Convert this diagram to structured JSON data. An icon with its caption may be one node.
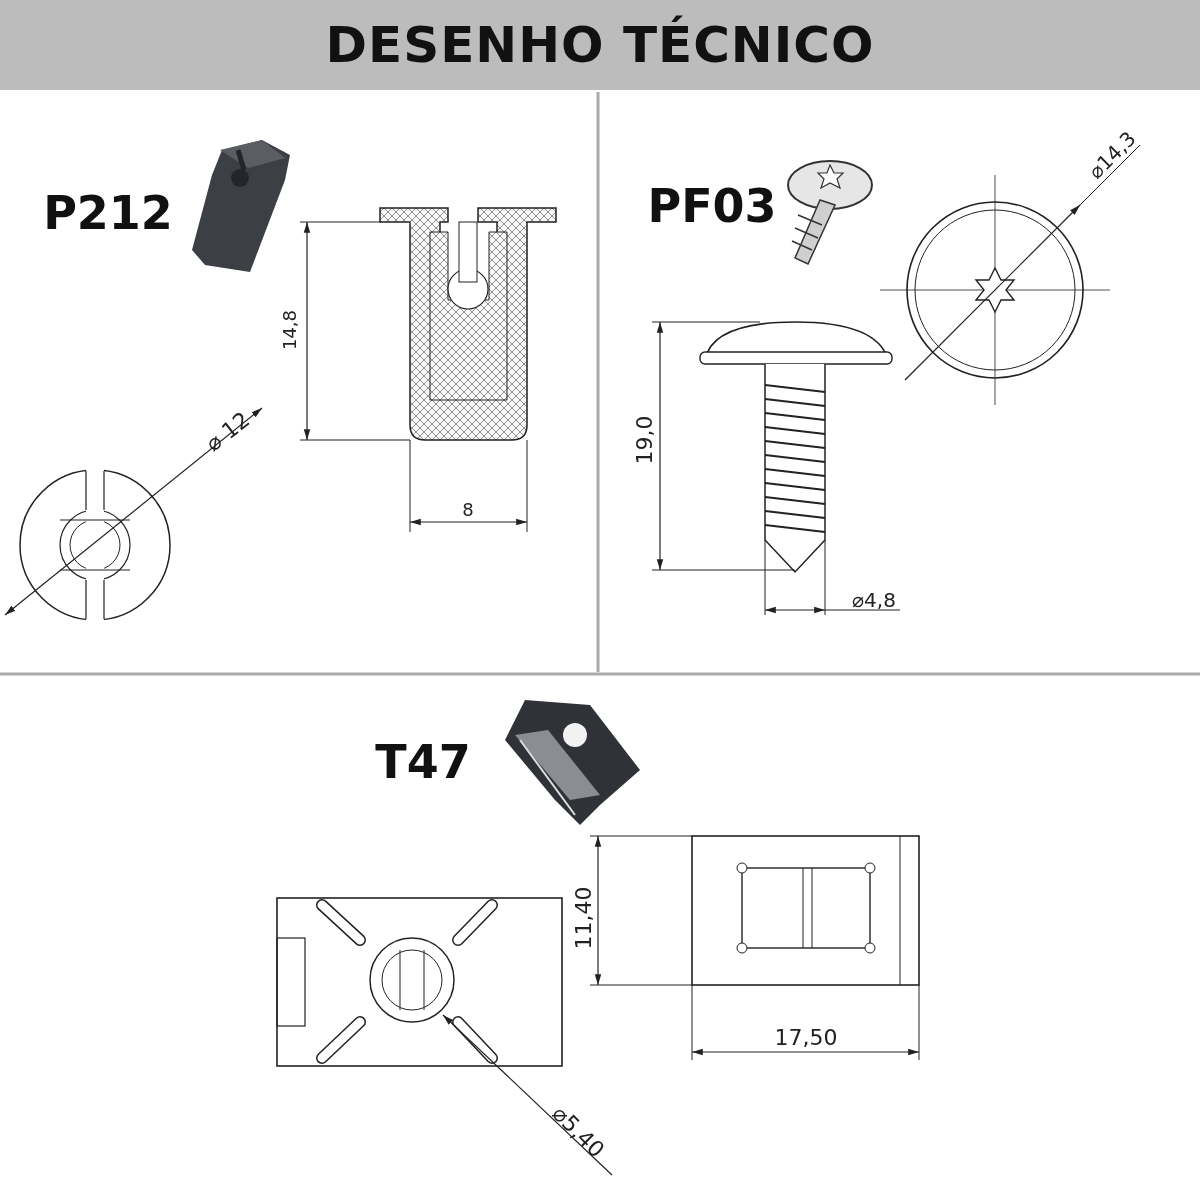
{
  "diagram": {
    "title": "DESENHO TÉCNICO",
    "labels": [
      "P212",
      "14,8",
      "⌀ 12",
      "8",
      "PF03",
      "⌀14,3",
      "19,0",
      "⌀4,8",
      "T47",
      "11,40",
      "17,50",
      "⌀5,40"
    ]
  }
}
